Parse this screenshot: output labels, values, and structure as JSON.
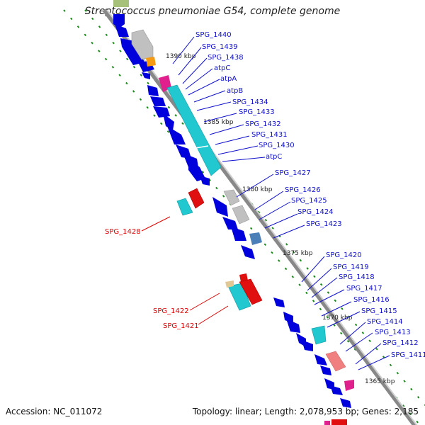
{
  "title": "Streptococcus pneumoniae G54, complete genome",
  "footer": {
    "accession": "Accession: NC_011072",
    "topology": "Topology: linear; Length: 2,078,953 bp; Genes: 2,185"
  },
  "kbp_labels": [
    "1390 kbp",
    "1385 kbp",
    "1380 kbp",
    "1375 kbp",
    "1370 kbp",
    "1365 kbp"
  ],
  "genes_blue": [
    "SPG_1440",
    "SPG_1439",
    "SPG_1438",
    "atpC",
    "atpA",
    "atpB",
    "SPG_1434",
    "SPG_1433",
    "SPG_1432",
    "SPG_1431",
    "SPG_1430",
    "atpC",
    "SPG_1427",
    "SPG_1426",
    "SPG_1425",
    "SPG_1424",
    "SPG_1423",
    "SPG_1420",
    "SPG_1419",
    "SPG_1418",
    "SPG_1417",
    "SPG_1416",
    "SPG_1415",
    "SPG_1414",
    "SPG_1413",
    "SPG_1412",
    "SPG_1411"
  ],
  "genes_red": [
    "SPG_1428",
    "SPG_1422",
    "SPG_1421"
  ],
  "colors": {
    "strand_fwd": "#0000dd",
    "cyan": "#22c8d0",
    "gray": "#c0c0c0",
    "red": "#e01010",
    "pink": "#f07090",
    "green_dash": "#1a8a1a",
    "label_blue": "#1010cc",
    "label_red": "#dd0000"
  }
}
